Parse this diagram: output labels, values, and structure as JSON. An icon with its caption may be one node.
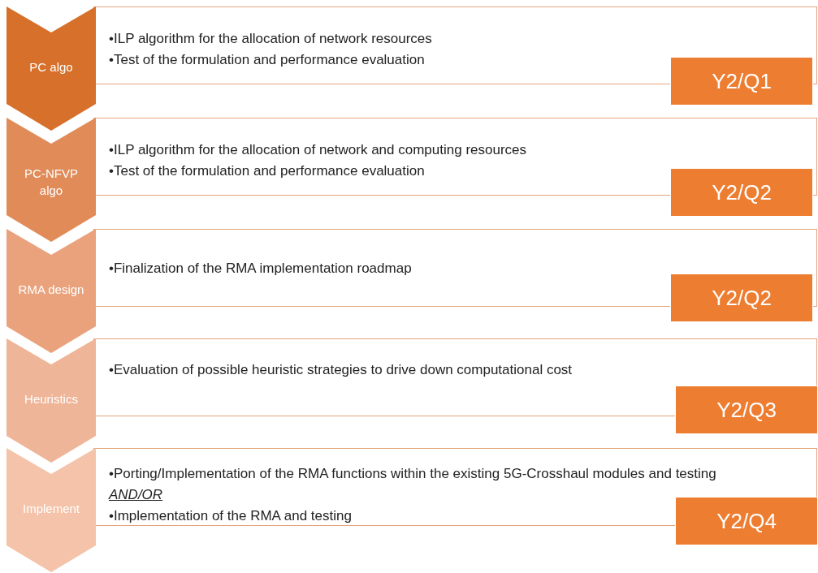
{
  "diagram": {
    "nodes": [
      {
        "text": [
          "PC algo"
        ]
      },
      {
        "text": [
          "•ILP algorithm for the allocation of network resources",
          "•Test of the formulation and performance evaluation"
        ]
      },
      {
        "text": [
          "Y2/Q1"
        ]
      },
      {
        "text": [
          "PC-NFVP algo"
        ]
      },
      {
        "text": [
          "•ILP algorithm for the allocation of network and computing resources",
          "•Test of the formulation and performance evaluation"
        ]
      },
      {
        "text": [
          "Y2/Q2"
        ]
      },
      {
        "text": [
          "RMA design"
        ]
      },
      {
        "text": [
          "•Finalization of the RMA implementation roadmap"
        ]
      },
      {
        "text": [
          "Y2/Q2"
        ]
      },
      {
        "text": [
          "Heuristics"
        ]
      },
      {
        "text": [
          "•Evaluation of possible heuristic strategies to drive down computational cost"
        ]
      },
      {
        "text": [
          "Y2/Q3"
        ]
      },
      {
        "text": [
          "Implement"
        ]
      },
      {
        "text": [
          "•Porting/Implementation of the RMA functions within the existing 5G-Crosshaul modules and testing",
          "AND/OR",
          "•Implementation of the RMA and testing"
        ]
      },
      {
        "text": [
          "Y2/Q4"
        ]
      }
    ]
  }
}
